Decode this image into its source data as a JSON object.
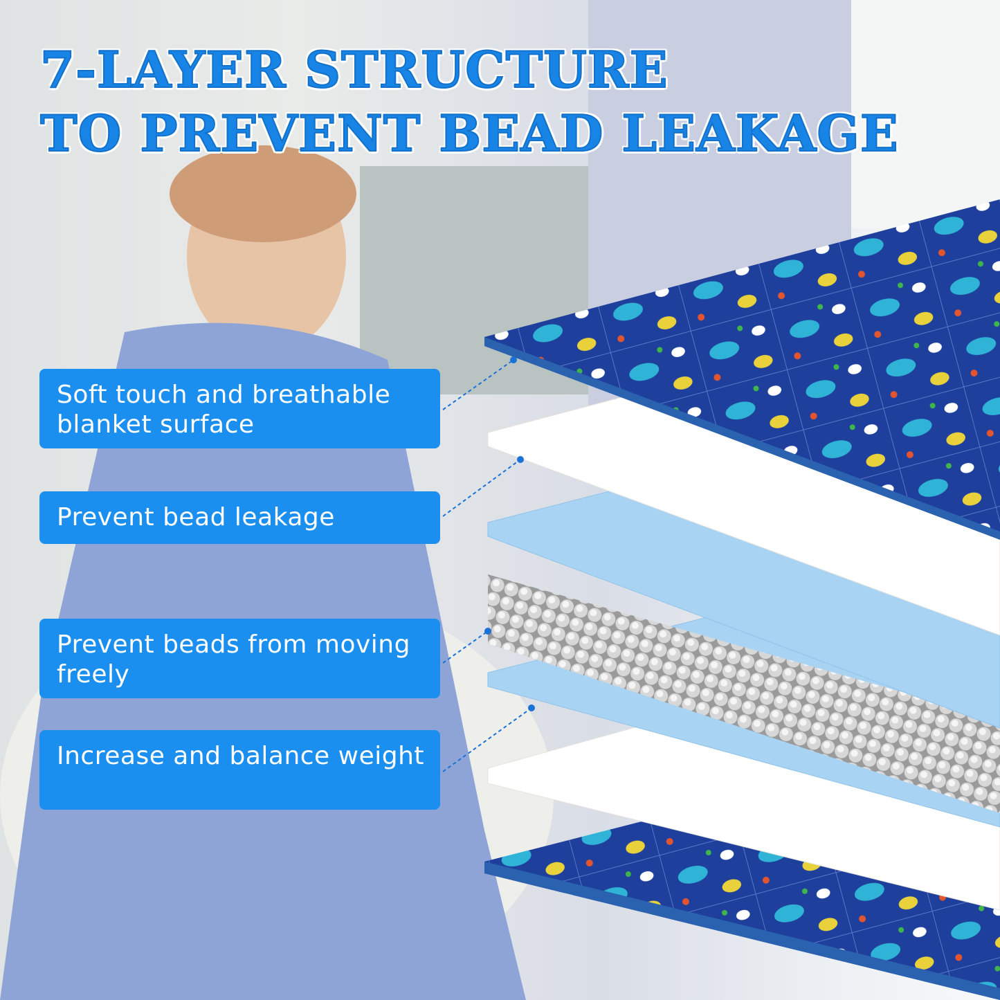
{
  "title": {
    "line1": "7-LAYER STRUCTURE",
    "line2": "TO PREVENT BEAD LEAKAGE"
  },
  "labels": [
    {
      "text": "Soft touch and breathable blanket surface"
    },
    {
      "text": "Prevent bead leakage"
    },
    {
      "text": "Prevent beads from moving freely"
    },
    {
      "text": "Increase and balance weight"
    }
  ],
  "colors": {
    "accent": "#1b8ff0",
    "title": "#1784e6",
    "dino_fabric": "#1e3f9c",
    "light_blue_layer": "#a9d3f2",
    "white_layer": "#ffffff"
  }
}
